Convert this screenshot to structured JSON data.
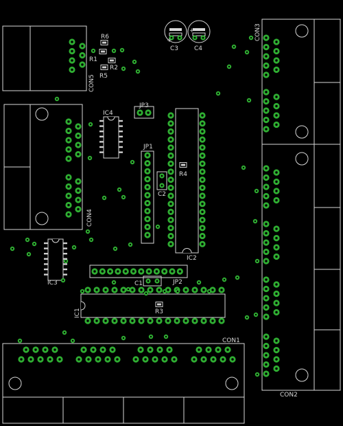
{
  "colors": {
    "background": "#000000",
    "silkscreen": "#d8d8d8",
    "pad": "#2fae32",
    "hole": "#000000",
    "smd": "#cfcfcf"
  },
  "labels": {
    "con1": "CON1",
    "con2": "CON2",
    "con3": "CON3",
    "con4": "CON4",
    "con5": "CON5",
    "ic1": "IC1",
    "ic2": "IC2",
    "ic3": "IC3",
    "ic4": "IC4",
    "jp1": "JP1",
    "jp2": "JP2",
    "jp3": "JP3",
    "c1": "C1",
    "c2": "C2",
    "c3": "C3",
    "c4": "C4",
    "r1": "R1",
    "r2": "R2",
    "r3": "R3",
    "r4": "R4",
    "r5": "R5",
    "r6": "R6",
    "plus_c3": "+",
    "plus_c4": "+"
  }
}
